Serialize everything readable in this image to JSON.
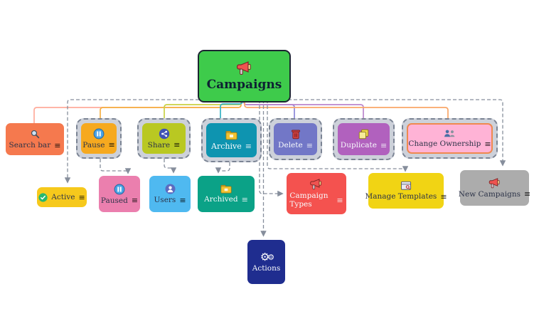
{
  "root": {
    "label": "Campaigns",
    "icon": "megaphone-icon",
    "color": "#3ecb4b"
  },
  "menu_glyph": "≡",
  "nodes": {
    "search_bar": {
      "label": "Search bar",
      "icon": "search-icon",
      "color": "#f5794e"
    },
    "pause": {
      "label": "Pause",
      "icon": "pause-icon",
      "color": "#f6a91f"
    },
    "share": {
      "label": "Share",
      "icon": "share-icon",
      "color": "#b9c822"
    },
    "archive": {
      "label": "Archive",
      "icon": "folder-icon",
      "color": "#0e94b0"
    },
    "delete": {
      "label": "Delete",
      "icon": "trash-icon",
      "color": "#7277c7"
    },
    "duplicate": {
      "label": "Duplicate",
      "icon": "copy-icon",
      "color": "#b161be"
    },
    "change_ownership": {
      "label": "Change Ownership",
      "icon": "people-icon",
      "color": "#ffb3d6",
      "border_color": "#f0894f"
    },
    "active": {
      "label": "Active",
      "icon": "active-check-icon",
      "color": "#f6c91c"
    },
    "paused": {
      "label": "Paused",
      "icon": "pause-icon",
      "color": "#eb7fae"
    },
    "users": {
      "label": "Users",
      "icon": "user-icon",
      "color": "#4fb9f0"
    },
    "archived": {
      "label": "Archived",
      "icon": "folder-icon",
      "color": "#0ba287"
    },
    "campaign_types": {
      "label": "Campaign Types",
      "icon": "megaphone-icon",
      "color": "#f4524f"
    },
    "manage_templates": {
      "label": "Manage Templates",
      "icon": "template-icon",
      "color": "#f1d414"
    },
    "new_campaigns": {
      "label": "New Campaigns",
      "icon": "megaphone-icon",
      "color": "#acacac"
    },
    "actions": {
      "label": "Actions",
      "icon": "gears-icon",
      "color": "#1f2d8f"
    }
  },
  "connectors": {
    "solid": [
      {
        "from": "Campaigns",
        "to": "Search bar",
        "color": "#ffab9b"
      },
      {
        "from": "Campaigns",
        "to": "Pause",
        "color": "#f6b044"
      },
      {
        "from": "Campaigns",
        "to": "Share",
        "color": "#c9d144"
      },
      {
        "from": "Campaigns",
        "to": "Archive",
        "color": "#35b2c4"
      },
      {
        "from": "Campaigns",
        "to": "Delete",
        "color": "#8b87d8"
      },
      {
        "from": "Campaigns",
        "to": "Duplicate",
        "color": "#bb85cc"
      },
      {
        "from": "Campaigns",
        "to": "Change Ownership",
        "color": "#f9a668"
      }
    ],
    "dashed": [
      {
        "from": "Campaigns",
        "to": "Active"
      },
      {
        "from": "Campaigns",
        "to": "New Campaigns"
      },
      {
        "from": "Campaigns",
        "to": "Manage Templates"
      },
      {
        "from": "Campaigns",
        "to": "Campaign Types"
      },
      {
        "from": "Campaigns",
        "to": "Actions"
      },
      {
        "from": "Pause",
        "to": "Paused"
      },
      {
        "from": "Share",
        "to": "Users"
      },
      {
        "from": "Archive",
        "to": "Archived"
      }
    ],
    "dashed_color": "#868e9c",
    "group_fill": "#cdd1da",
    "group_border": "#7b8494"
  }
}
